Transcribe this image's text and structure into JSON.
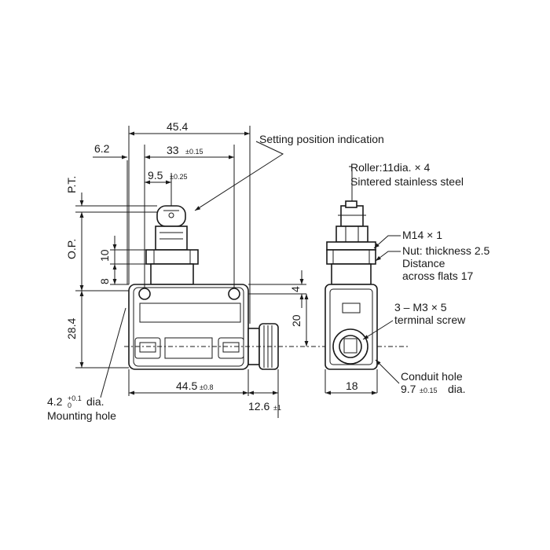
{
  "front_view": {
    "dim_overall_width": "45.4",
    "dim_offset": "6.2",
    "dim_hole_pitch": "33",
    "dim_hole_pitch_tol": "±0.15",
    "dim_roller_offset": "9.5",
    "dim_roller_offset_tol": "±0.25",
    "dim_pt": "P.T.",
    "dim_op": "O.P.",
    "dim_10": "10",
    "dim_8": "8",
    "dim_height": "28.4",
    "dim_4": "4",
    "dim_20": "20",
    "dim_base_width": "44.5",
    "dim_base_width_tol": "±0.8",
    "dim_conduit_len": "12.6",
    "dim_conduit_len_tol": "±1",
    "mounting_hole_dia": "4.2",
    "mounting_hole_tol_plus": "+0.1",
    "mounting_hole_tol_minus": "0",
    "mounting_hole_dia_suffix": "dia.",
    "mounting_hole_label": "Mounting hole",
    "setting_position_label": "Setting position indication"
  },
  "side_view": {
    "roller_line1": "Roller:11dia. × 4",
    "roller_line2": "Sintered stainless steel",
    "thread_label": "M14 × 1",
    "nut_line1": "Nut: thickness 2.5",
    "nut_line2": "Distance",
    "nut_line3": "across flats 17",
    "terminal_line1": "3 – M3 × 5",
    "terminal_line2": "terminal screw",
    "conduit_line1": "Conduit hole",
    "conduit_dia": "9.7",
    "conduit_tol": "±0.15",
    "conduit_suffix": "dia.",
    "dim_width": "18"
  }
}
